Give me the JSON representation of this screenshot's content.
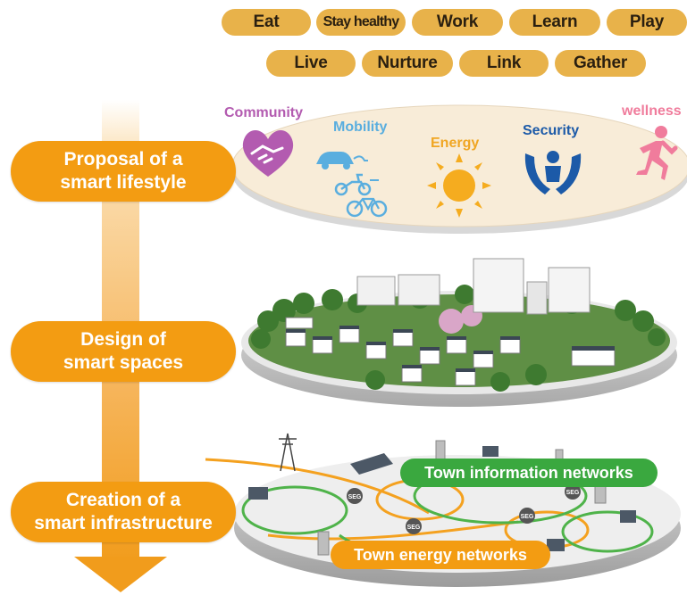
{
  "activities": {
    "row1": [
      "Eat",
      "Stay healthy",
      "Work",
      "Learn",
      "Play"
    ],
    "row2": [
      "Live",
      "Nurture",
      "Link",
      "Gather"
    ]
  },
  "stages": [
    {
      "line1": "Proposal of a",
      "line2": "smart lifestyle"
    },
    {
      "line1": "Design of",
      "line2": "smart spaces"
    },
    {
      "line1": "Creation of a",
      "line2": "smart infrastructure"
    }
  ],
  "lifestyle_categories": {
    "community": "Community",
    "mobility": "Mobility",
    "energy": "Energy",
    "security": "Security",
    "wellness": "wellness"
  },
  "networks": {
    "information": "Town information networks",
    "energy": "Town energy networks"
  },
  "device_label": "SEG",
  "colors": {
    "pill": "#e8b24a",
    "stage": "#f39c12",
    "community": "#b35bb0",
    "mobility": "#5aaedf",
    "energy": "#f0a623",
    "security": "#1c5aa8",
    "wellness": "#f07c9c",
    "info_network": "#3aa83f",
    "energy_network": "#f39c12"
  },
  "icons": [
    "heart-handshake-icon",
    "car-charging-icon",
    "scooter-icon",
    "bicycle-icon",
    "sun-icon",
    "person-protected-icon",
    "running-person-icon"
  ]
}
